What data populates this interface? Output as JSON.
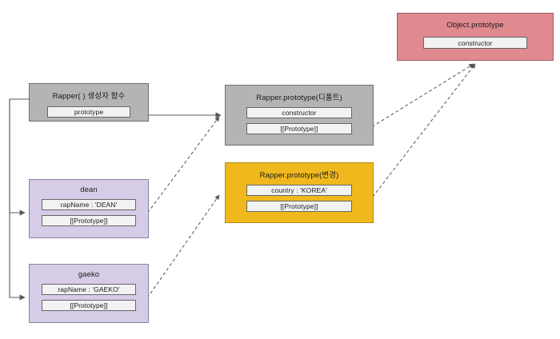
{
  "diagram": {
    "title": "JavaScript prototype chain diagram",
    "background": "#FFFFFF",
    "colors": {
      "object_prototype_fill": "#E08A90",
      "constructor_fill": "#B4B4B4",
      "prototype_default_fill": "#B4B4B4",
      "prototype_changed_fill": "#EFB91E",
      "instance_fill": "#D6CCE7",
      "slot_fill": "#F2F2F2",
      "edge_solid": "#595959",
      "edge_dashed": "#595959"
    }
  },
  "nodes": {
    "object_prototype": {
      "title": "Object.prototype",
      "slots": [
        "constructor"
      ]
    },
    "rapper_constructor": {
      "title": "Rapper( ) 생성자 함수",
      "slots": [
        "prototype"
      ]
    },
    "prototype_default": {
      "title": "Rapper.prototype(디폴트)",
      "slots": [
        "constructor",
        "[[Prototype]]"
      ]
    },
    "prototype_changed": {
      "title": "Rapper.prototype(변경)",
      "slots": [
        "country : 'KOREA'",
        "[[Prototype]]"
      ]
    },
    "dean": {
      "title": "dean",
      "slots": [
        "rapName : 'DEAN'",
        "[[Prototype]]"
      ]
    },
    "gaeko": {
      "title": "gaeko",
      "slots": [
        "rapName : 'GAEKO'",
        "[[Prototype]]"
      ]
    }
  },
  "edges": [
    {
      "name": "ctor-prototype-to-default-proto",
      "from": "rapper_constructor.prototype",
      "to": "prototype_default",
      "style": "solid"
    },
    {
      "name": "ctor-to-dean",
      "from": "rapper_constructor",
      "to": "dean",
      "style": "solid"
    },
    {
      "name": "ctor-to-gaeko",
      "from": "rapper_constructor",
      "to": "gaeko",
      "style": "solid"
    },
    {
      "name": "dean-proto-to-default-proto",
      "from": "dean.[[Prototype]]",
      "to": "prototype_default",
      "style": "dashed"
    },
    {
      "name": "gaeko-proto-to-changed-proto",
      "from": "gaeko.[[Prototype]]",
      "to": "prototype_changed",
      "style": "dashed"
    },
    {
      "name": "default-proto-to-object-prototype",
      "from": "prototype_default.[[Prototype]]",
      "to": "object_prototype",
      "style": "dashed"
    },
    {
      "name": "changed-proto-to-object-prototype",
      "from": "prototype_changed.[[Prototype]]",
      "to": "object_prototype",
      "style": "dashed"
    }
  ]
}
